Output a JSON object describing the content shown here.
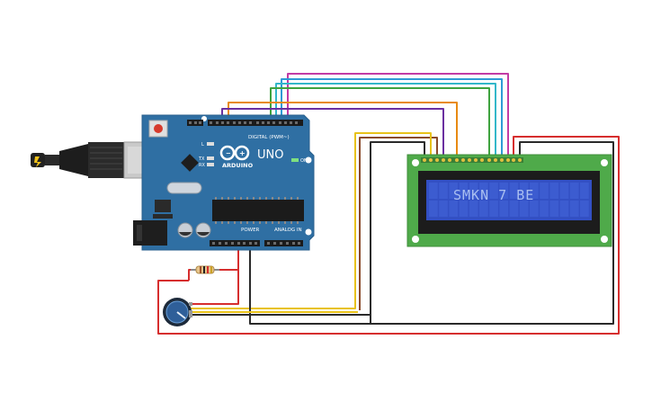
{
  "arduino": {
    "brand_label": "ARDUINO",
    "model_label": "UNO",
    "digital_label": "DIGITAL (PWM~)",
    "power_label": "POWER",
    "analog_label": "ANALOG IN",
    "on_label": "ON",
    "tx_label": "TX",
    "rx_label": "RX",
    "l_label": "L",
    "board_color": "#2f6fa3"
  },
  "lcd": {
    "display_text": "SMKN 7 BE",
    "pcb_color": "#4faa4a",
    "screen_color": "#3350c4",
    "text_color": "#aabff0"
  },
  "wire_colors": {
    "red": "#d62e2e",
    "black": "#2a2a2a",
    "yellow": "#e8c21a",
    "orange": "#e88a12",
    "purple": "#6b2fa0",
    "green": "#3fa33f",
    "blue": "#2f9ad6",
    "cyan": "#33b7c9",
    "magenta": "#c23ba6",
    "brown": "#8a4a2a"
  }
}
